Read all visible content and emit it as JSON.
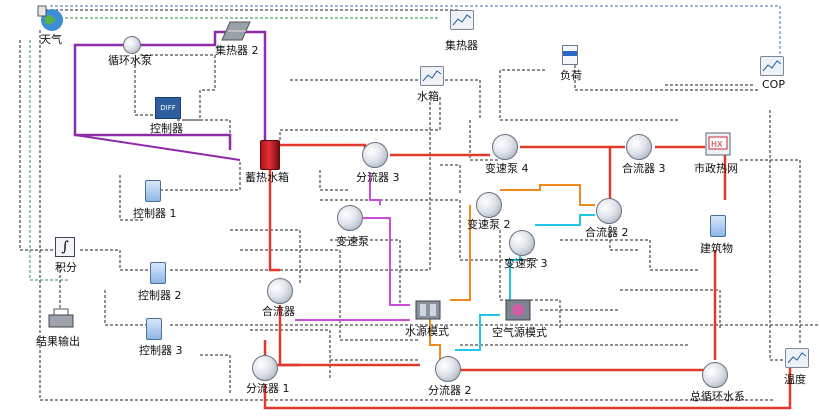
{
  "labels": {
    "weather": "天气",
    "circ_pump": "循环水泵",
    "collector2": "集热器 2",
    "collector_plot": "集热器",
    "controller": "控制器",
    "load": "负荷",
    "cop": "COP",
    "water_tank_plot": "水箱",
    "storage_tank": "蓄热水箱",
    "splitter3": "分流器 3",
    "vpump4": "变速泵 4",
    "mixer3": "合流器 3",
    "district_heat": "市政热网",
    "controller1": "控制器 1",
    "vpump": "变速泵",
    "vpump2": "变速泵 2",
    "mixer2": "合流器 2",
    "vpump3": "变速泵 3",
    "building": "建筑物",
    "integral": "积分",
    "controller2": "控制器 2",
    "mixer": "合流器",
    "water_source_mode": "水源模式",
    "air_source_mode": "空气源模式",
    "result_output": "结果输出",
    "controller3": "控制器 3",
    "splitter1": "分流器 1",
    "splitter2": "分流器 2",
    "main_circ_pump": "总循环水系",
    "temperature": "温度"
  },
  "badges": {
    "ctrl_box": "DIFF",
    "hx": "HX",
    "integral_symbol": "∫"
  },
  "colors": {
    "hot_pipe": "#e23a2a",
    "loop_pipe": "#8e2ba8",
    "orange_pipe": "#f08a1e",
    "cyan_pipe": "#22c6e6",
    "magenta_pipe": "#c84fd6",
    "control_wire": "#222222",
    "weather_wire": "#2f8f4f",
    "info_wire": "#3a6fb0"
  }
}
